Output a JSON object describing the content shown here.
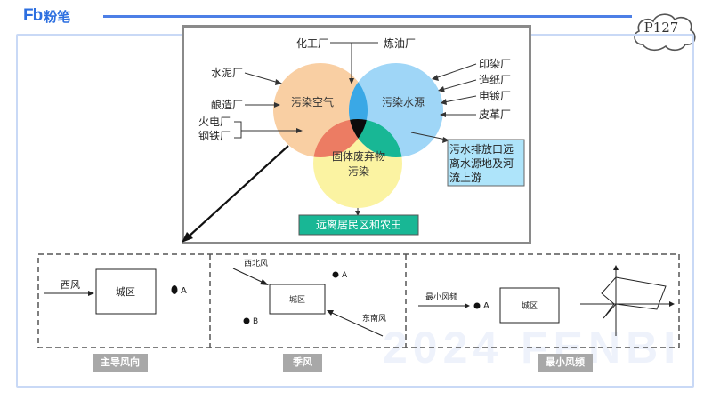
{
  "header": {
    "logo_mark": "Fb",
    "logo_text": "粉笔",
    "page_number": "P127"
  },
  "venn": {
    "circles": {
      "air": "污染空气",
      "water": "污染水源",
      "solid_line1": "固体废弃物",
      "solid_line2": "污染"
    },
    "top_labels": {
      "chemical": "化工厂",
      "refinery": "炼油厂"
    },
    "left_labels": {
      "cement": "水泥厂",
      "brewery": "酿造厂",
      "power": "火电厂",
      "steel": "钢铁厂"
    },
    "right_labels": {
      "printing": "印染厂",
      "paper": "造纸厂",
      "plating": "电镀厂",
      "leather": "皮革厂"
    },
    "water_box": [
      "污水排放口远",
      "离水源地及河",
      "流上游"
    ],
    "bottom_box": "远离居民区和农田"
  },
  "wind": {
    "panel1": {
      "wind_label": "西风",
      "city": "城区",
      "point": "A"
    },
    "panel2": {
      "nw_label": "西北风",
      "se_label": "东南风",
      "city": "城区",
      "point_a": "A",
      "point_b": "B"
    },
    "panel3": {
      "min_label": "最小风频",
      "city": "城区",
      "point": "A"
    },
    "tags": [
      "主导风向",
      "季风",
      "最小风频"
    ]
  },
  "colors": {
    "brand": "#2d6fe0",
    "air": "#f9cfa3",
    "water": "#9fd6f7",
    "solid": "#fbf3a2",
    "teal": "#18b795",
    "water_box": "#aee4fa"
  }
}
